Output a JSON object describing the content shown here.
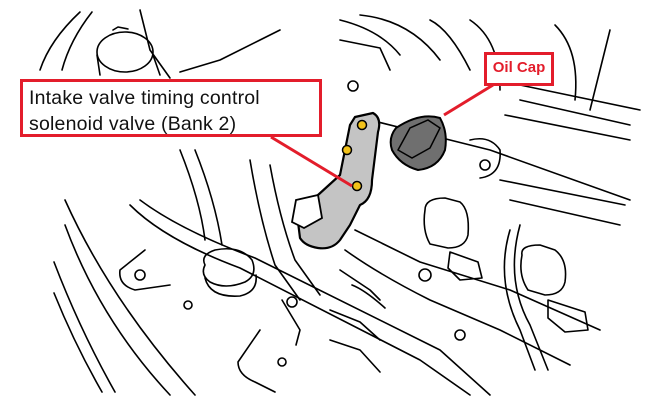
{
  "diagram": {
    "subject": "Engine bay line drawing (top view)",
    "callouts": [
      {
        "id": "solenoid",
        "lines": [
          "Intake valve timing control",
          "solenoid valve (Bank 2)"
        ],
        "points_to": "solenoid-valve"
      },
      {
        "id": "oil-cap",
        "lines": [
          "Oil Cap"
        ],
        "points_to": "oil-cap"
      }
    ],
    "highlighted_parts": [
      {
        "name": "Intake valve timing control solenoid valve (Bank 2)",
        "fill": "#c4c4c4"
      },
      {
        "name": "Oil cap",
        "fill": "#6f6f6f"
      }
    ]
  },
  "colors": {
    "callout_border": "#e31d2b",
    "leader_line": "#e31d2b",
    "oil_cap_text": "#e31d2b",
    "label_text": "#111111",
    "line_art": "#000000",
    "solenoid_fill": "#c4c4c4",
    "oil_cap_fill": "#6f6f6f",
    "bolt_fill": "#f2c21a",
    "background": "#ffffff"
  }
}
